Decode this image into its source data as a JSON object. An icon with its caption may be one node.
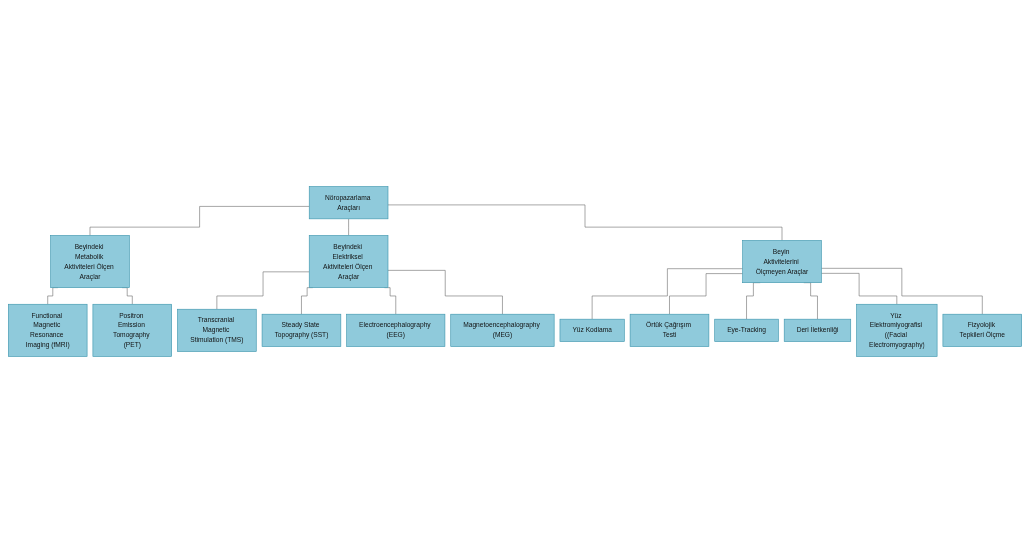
{
  "diagram": {
    "nodes": [
      {
        "text": [
          "Nöropazarlama Araçları"
        ]
      },
      {
        "text": [
          "Beyindeki Metabolik Aktiviteleri Ölçen Araçlar"
        ]
      },
      {
        "text": [
          "Beyindeki Elektriksel Aktiviteleri Ölçen Araçlar"
        ]
      },
      {
        "text": [
          "Beyin Aktivitelerini Ölçmeyen Araçlar"
        ]
      },
      {
        "text": [
          "Functional Magnetic Resonance Imaging (fMRI)"
        ]
      },
      {
        "text": [
          "Positron Emission Tomography (PET)"
        ]
      },
      {
        "text": [
          "Transcranial Magnetic Stimulation (TMS)"
        ]
      },
      {
        "text": [
          "Steady State Topography (SST)"
        ]
      },
      {
        "text": [
          "Electroencephalography (EEG)"
        ]
      },
      {
        "text": [
          "Magnetoencephalography (MEG)"
        ]
      },
      {
        "text": [
          "Yüz Kodlama"
        ]
      },
      {
        "text": [
          "Örtük Çağrışım Testi"
        ]
      },
      {
        "text": [
          "Eye-Tracking"
        ]
      },
      {
        "text": [
          "Deri İletkenliği"
        ]
      },
      {
        "text": [
          "Yüz Elektromiyografisi ((Facial Electromyography)"
        ]
      },
      {
        "text": [
          "Fizyolojik Tepkileri Ölçme"
        ]
      }
    ],
    "edges": [
      {
        "from": 0,
        "to": 1,
        "arrow": "none"
      },
      {
        "from": 0,
        "to": 2,
        "arrow": "none"
      },
      {
        "from": 0,
        "to": 3,
        "arrow": "none"
      },
      {
        "from": 1,
        "to": 4,
        "arrow": "none"
      },
      {
        "from": 1,
        "to": 5,
        "arrow": "none"
      },
      {
        "from": 2,
        "to": 6,
        "arrow": "none"
      },
      {
        "from": 2,
        "to": 7,
        "arrow": "none"
      },
      {
        "from": 2,
        "to": 8,
        "arrow": "none"
      },
      {
        "from": 2,
        "to": 9,
        "arrow": "none"
      },
      {
        "from": 3,
        "to": 10,
        "arrow": "none"
      },
      {
        "from": 3,
        "to": 11,
        "arrow": "none"
      },
      {
        "from": 3,
        "to": 12,
        "arrow": "none"
      },
      {
        "from": 3,
        "to": 13,
        "arrow": "none"
      },
      {
        "from": 3,
        "to": 14,
        "arrow": "none"
      },
      {
        "from": 3,
        "to": 15,
        "arrow": "none"
      }
    ]
  }
}
